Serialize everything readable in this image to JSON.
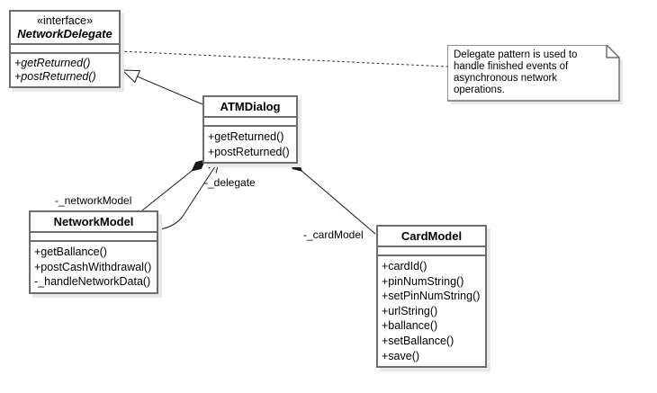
{
  "diagram": {
    "classes": {
      "networkDelegate": {
        "stereotype": "«interface»",
        "name": "NetworkDelegate",
        "methods": [
          "+getReturned()",
          "+postReturned()"
        ]
      },
      "atmDialog": {
        "name": "ATMDialog",
        "methods": [
          "+getReturned()",
          "+postReturned()"
        ]
      },
      "networkModel": {
        "name": "NetworkModel",
        "methods": [
          "+getBallance()",
          "+postCashWithdrawal()",
          "-_handleNetworkData()"
        ]
      },
      "cardModel": {
        "name": "CardModel",
        "methods": [
          "+cardId()",
          "+pinNumString()",
          "+setPinNumString()",
          "+urlString()",
          "+ballance()",
          "+setBallance()",
          "+save()"
        ]
      }
    },
    "note": {
      "text": "Delegate pattern is used to handle finished events of asynchronous network operations."
    },
    "edge_labels": {
      "network_model": "-_networkModel",
      "delegate": "-_delegate",
      "card_model": "-_cardModel"
    },
    "colors": {
      "box_border": "#6e6e6e",
      "line": "#1a1a1a",
      "shadow": "#e9e9e9",
      "background": "#ffffff"
    }
  }
}
